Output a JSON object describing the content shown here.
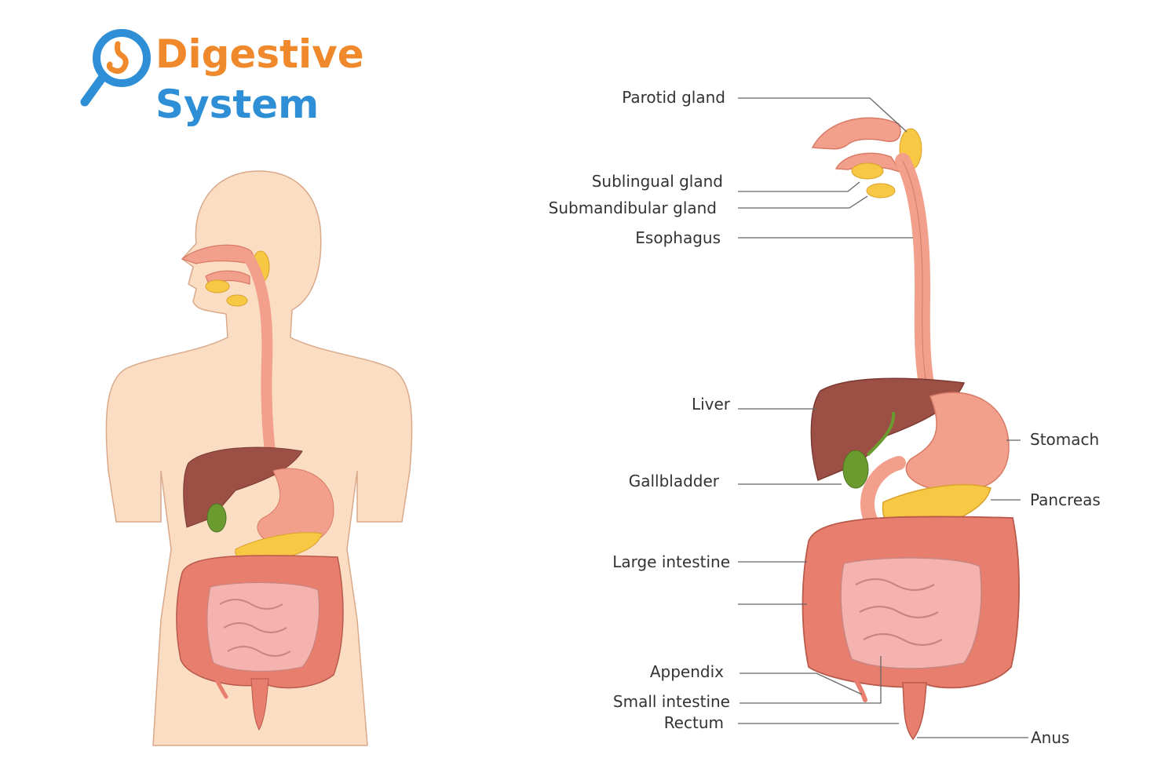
{
  "title": {
    "line1": "Digestive",
    "line2": "System"
  },
  "colors": {
    "title_orange": "#F0892B",
    "title_blue": "#2F8FD6",
    "skin": "#FBDDC4",
    "tract": "#F2A08C",
    "liver": "#9C4F45",
    "gland": "#F7C843",
    "gallbladder": "#6B9A2E",
    "intestine": "#E87E6E",
    "small_intestine": "#F4B3AE"
  },
  "icons": {
    "logo": "magnifier-stomach-icon"
  },
  "labels": {
    "parotid": "Parotid gland",
    "sublingual": "Sublingual gland",
    "submandibular": "Submandibular gland",
    "esophagus": "Esophagus",
    "liver": "Liver",
    "stomach": "Stomach",
    "gallbladder": "Gallbladder",
    "pancreas": "Pancreas",
    "large_intestine": "Large intestine",
    "appendix": "Appendix",
    "small_intestine": "Small intestine",
    "rectum": "Rectum",
    "anus": "Anus"
  }
}
